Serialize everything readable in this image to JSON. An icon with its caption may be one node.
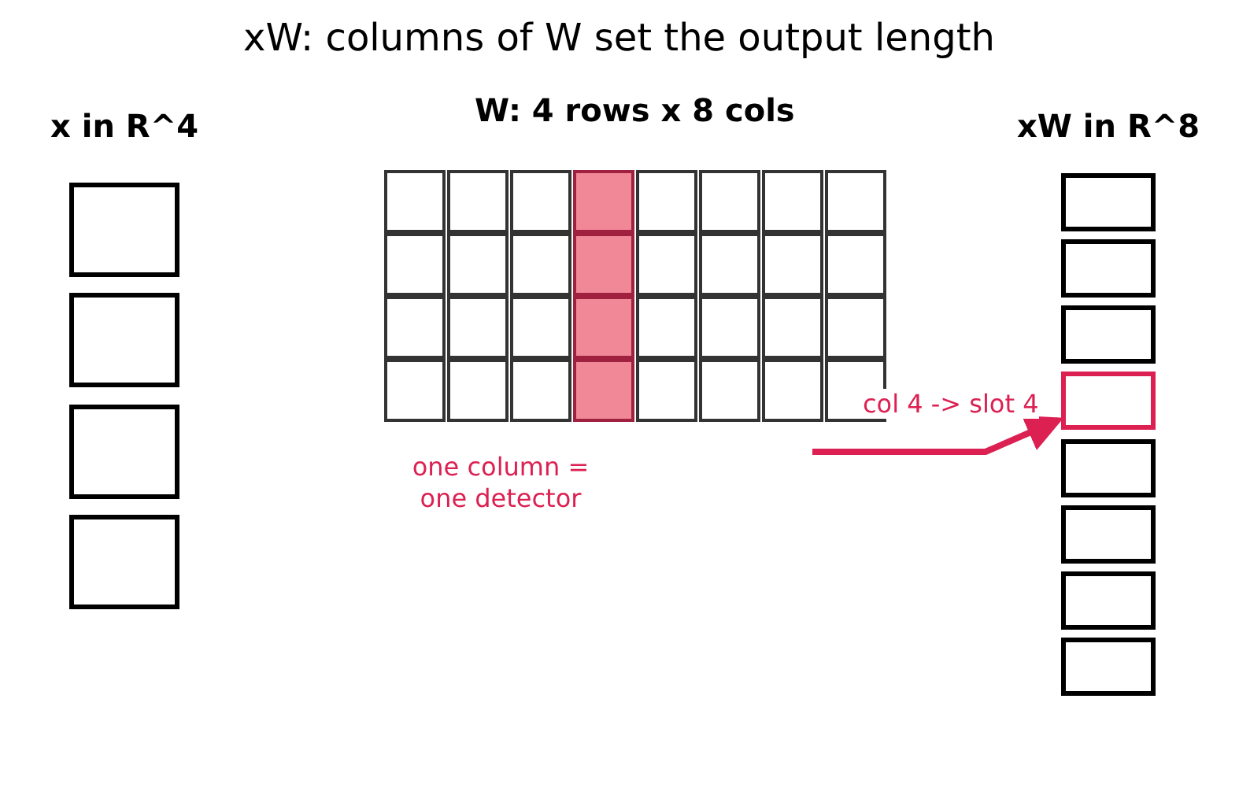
{
  "diagram": {
    "title": "xW: columns of W set the output length",
    "nodes": [
      {
        "text": [],
        "shape": "box"
      },
      {
        "text": [],
        "shape": "box"
      },
      {
        "text": [],
        "shape": "box"
      },
      {
        "text": [],
        "shape": "box"
      },
      {
        "text": [],
        "shape": "box"
      },
      {
        "text": [],
        "shape": "box"
      },
      {
        "text": [],
        "shape": "box"
      },
      {
        "text": [],
        "shape": "box"
      },
      {
        "text": [],
        "shape": "box"
      },
      {
        "text": [],
        "shape": "box"
      },
      {
        "text": [],
        "shape": "box"
      },
      {
        "text": [],
        "shape": "box"
      },
      {
        "text": [],
        "shape": "box"
      },
      {
        "text": [],
        "shape": "box"
      },
      {
        "text": [],
        "shape": "box"
      },
      {
        "text": [],
        "shape": "box"
      },
      {
        "text": [],
        "shape": "box"
      },
      {
        "text": [],
        "shape": "box"
      },
      {
        "text": [],
        "shape": "box"
      },
      {
        "text": [],
        "shape": "box"
      },
      {
        "text": [],
        "shape": "box"
      },
      {
        "text": [],
        "shape": "box"
      },
      {
        "text": [],
        "shape": "box"
      },
      {
        "text": [],
        "shape": "box"
      },
      {
        "text": [],
        "shape": "box"
      },
      {
        "text": [],
        "shape": "box"
      },
      {
        "text": [],
        "shape": "box"
      },
      {
        "text": [],
        "shape": "box"
      },
      {
        "text": [],
        "shape": "box"
      },
      {
        "text": [],
        "shape": "box"
      },
      {
        "text": [],
        "shape": "box"
      },
      {
        "text": [],
        "shape": "box"
      },
      {
        "text": [],
        "shape": "box"
      },
      {
        "text": [],
        "shape": "box"
      },
      {
        "text": [],
        "shape": "box"
      },
      {
        "text": [],
        "shape": "box"
      },
      {
        "text": [],
        "shape": "box"
      },
      {
        "text": [],
        "shape": "box"
      },
      {
        "text": [],
        "shape": "box"
      },
      {
        "text": [],
        "shape": "box"
      },
      {
        "text": [],
        "shape": "box"
      },
      {
        "text": [],
        "shape": "box"
      },
      {
        "text": [],
        "shape": "box"
      },
      {
        "text": [],
        "shape": "box"
      }
    ],
    "edges": [
      {
        "from": null,
        "to": 39,
        "arrow": "to",
        "label": "col 4 -> slot 4"
      }
    ],
    "labels": [
      "x in R^4",
      "W: 4 rows x 8 cols",
      "xW in R^8",
      "one column = one detector"
    ]
  }
}
